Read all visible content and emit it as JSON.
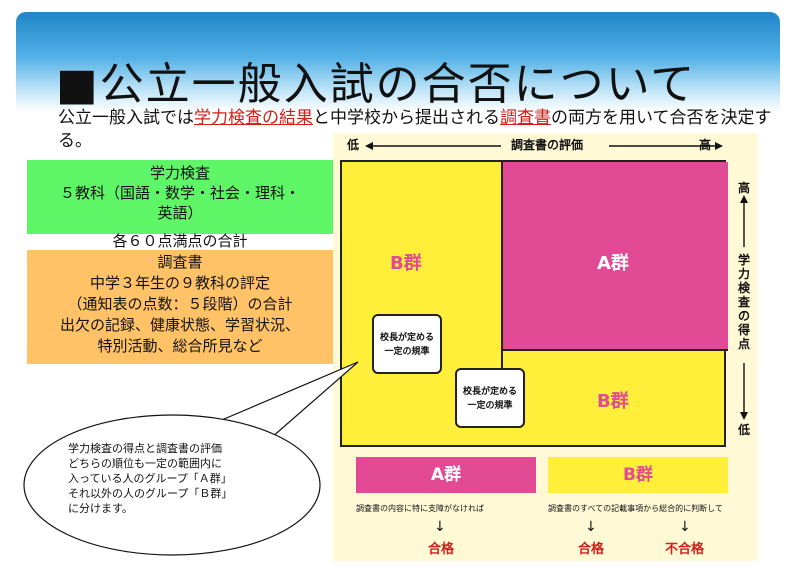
{
  "title": "■公立一般入試の合否について",
  "intro": {
    "t1": "公立一般入試では",
    "h1": "学力検査の結果",
    "t2": "と中学校から提出される",
    "h2": "調査書",
    "t3": "の両方を用いて合否を決定する。"
  },
  "gakuryoku": {
    "title": "学力検査",
    "line1": "５教科（国語・数学・社会・理科・",
    "line2": "英語）",
    "line3": "各６０点満点の合計"
  },
  "chosasho": {
    "title": "調査書",
    "line1": "中学３年生の９教科の評定",
    "line2": "（通知表の点数：５段階）の合計",
    "line3": "出欠の記録、健康状態、学習状況、",
    "line4": "特別活動、総合所見など"
  },
  "diagram": {
    "low": "低",
    "high": "高",
    "top_axis": "調査書の評価",
    "side_high": "高",
    "side_low": "低",
    "side_axis": [
      "学",
      "力",
      "検",
      "査",
      "の",
      "得",
      "点"
    ],
    "a_group": "A群",
    "b_group_top": "B群",
    "b_group_bottom": "B群",
    "rule1": [
      "校長が定める",
      "一定の規準"
    ],
    "rule2": [
      "校長が定める",
      "一定の規準"
    ],
    "box_a": "A群",
    "box_b": "B群",
    "note_a": "調査書の内容に特に支障がなければ",
    "note_b": "調査書のすべての記載事項から総合的に判断して",
    "arrow": "↓",
    "pass_a": "合格",
    "pass_b": "合格",
    "fail_b": "不合格"
  },
  "bubble": [
    "学力検査の得点と調査書の評価",
    "どちらの順位も一定の範囲内に",
    "入っている人のグループ「Ａ群」",
    "それ以外の人のグループ「Ｂ群」",
    "に分けます。"
  ],
  "colors": {
    "pink": "#e24a96",
    "yellow": "#ffef3a",
    "green": "#5ef566",
    "orange": "#ffc266",
    "red_text": "#d0201a"
  }
}
